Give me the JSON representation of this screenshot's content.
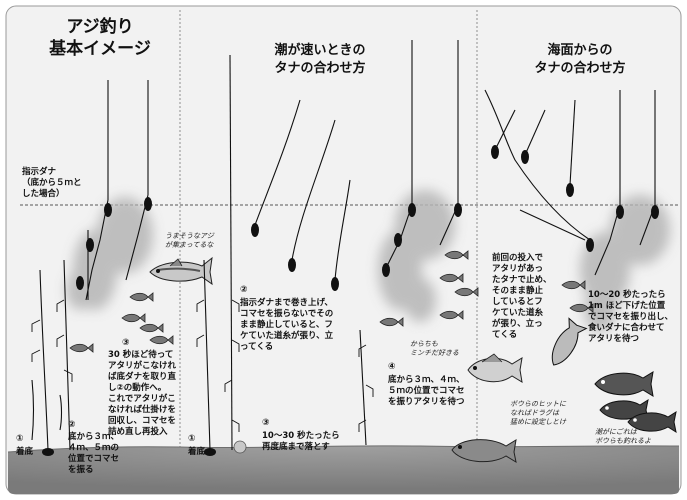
{
  "panels": [
    {
      "title": "アジ釣り\n基本イメージ",
      "note_tana": "指示ダナ\n（底から５ｍと\nした場合）",
      "step1_num": "①",
      "step1_text": "着底",
      "step2_num": "②",
      "step2_text": "底から３ｍ、\n４ｍ、５ｍの\n位置でコマセ\nを振る",
      "step3_num": "③",
      "step3_text": "30 秒ほど待って\nアタリがこなけれ\nば底ダナを取り直\nし②の動作へ。\nこれでアタリがこ\nなければ仕掛けを\n回収し、コマセを\n詰め直し再投入",
      "memo": "うまそうなアジ\nが集まってるな"
    },
    {
      "title": "潮が速いときの\nタナの合わせ方",
      "step1_num": "①",
      "step1_text": "着底",
      "step2_num": "②",
      "step2_text": "指示ダナまで巻き上げ、\nコマセを振らないでその\nまま静止していると、フ\nケていた道糸が張り、立\nってくる",
      "step3_num": "③",
      "step3_text": "10～30 秒たったら\n再度底まで落とす",
      "step4_num": "④",
      "step4_text": "底から３ｍ、４ｍ、\n５ｍの位置でコマセ\nを振りアタリを待つ",
      "memo": "からちも\nミンチだ好きる"
    },
    {
      "title": "海面からの\nタナの合わせ方",
      "text1": "前回の投入で\nアタリがあっ\nたタナで止め、\nそのまま静止\nしているとフ\nケていた道糸\nが張り、立っ\nてくる",
      "text2": "10～20 秒たったら\n1m ほど下げた位置\nでコマセを振り出し、\n食いダナに合わせて\nアタリを待つ",
      "memo1": "ボウらのヒットに\nなればドラグは\n猛めに設定しとけ",
      "memo2": "潮がにごれば\nボウらも釣れるよ"
    }
  ],
  "colors": {
    "background": "#f2f2f2",
    "seabed": "#8c8c8c",
    "chum_cloud": "#b8b8b8",
    "line": "#111111",
    "tana_dash": "#555555"
  }
}
